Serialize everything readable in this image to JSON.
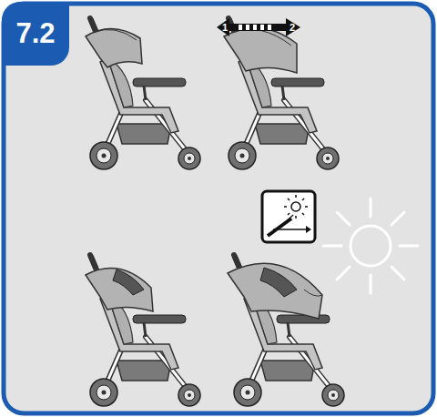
{
  "diagram": {
    "nodes": [
      {
        "text": [
          "7.2"
        ]
      }
    ],
    "labels": [
      "1",
      "2"
    ]
  }
}
